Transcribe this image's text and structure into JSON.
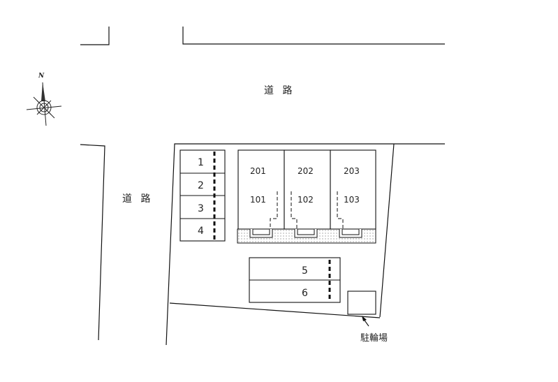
{
  "roads": {
    "north_label": "道 路",
    "west_label": "道 路"
  },
  "compass": {
    "north_letter": "N"
  },
  "building": {
    "upper_units": [
      "201",
      "202",
      "203"
    ],
    "lower_units": [
      "101",
      "102",
      "103"
    ]
  },
  "parking": {
    "left_spaces": [
      "1",
      "2",
      "3",
      "4"
    ],
    "lower_spaces": [
      "5",
      "6"
    ]
  },
  "bicycle_parking": {
    "label": "駐輪場"
  },
  "colors": {
    "line": "#111111",
    "hatch": "#bbbbbb"
  }
}
